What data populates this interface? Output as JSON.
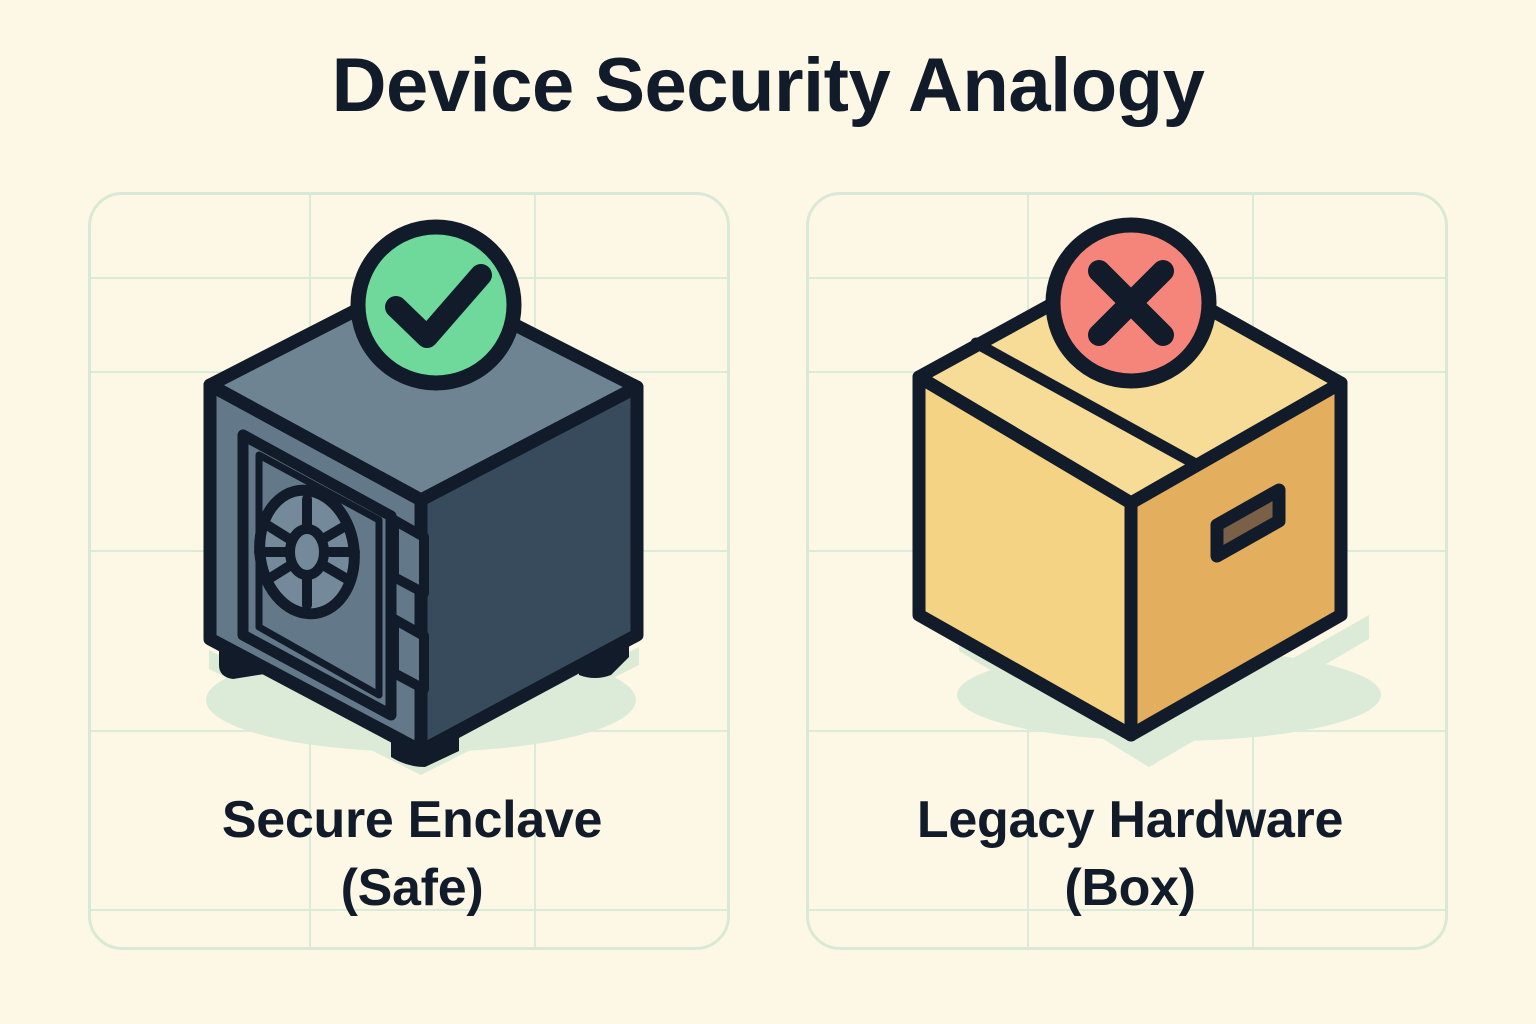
{
  "page": {
    "title": "Device Security Analogy",
    "background_color": "#FDF8E6",
    "text_color": "#111B29",
    "panel_border_color": "#D9E9D5",
    "grid_line_color": "#DCEBD8"
  },
  "panels": [
    {
      "id": "secure-enclave",
      "badge": {
        "icon": "check-circle-icon",
        "symbol": "check",
        "fill_color": "#6FD99C",
        "stroke_color": "#111B29"
      },
      "illustration": {
        "icon": "safe-icon",
        "name": "isometric-safe",
        "top_face_color": "#6E8492",
        "front_face_color": "#63798A",
        "side_face_color": "#384B5C",
        "outline_color": "#111B29",
        "shadow_color": "#DCEBD8",
        "parts": [
          "door",
          "combination-dial",
          "hinge-upper",
          "hinge-lower",
          "feet"
        ]
      },
      "caption_line1": "Secure Enclave",
      "caption_line2": "(Safe)"
    },
    {
      "id": "legacy-hardware",
      "badge": {
        "icon": "x-circle-icon",
        "symbol": "cross",
        "fill_color": "#F5857A",
        "stroke_color": "#111B29"
      },
      "illustration": {
        "icon": "cardboard-box-icon",
        "name": "isometric-cardboard-box",
        "top_face_color": "#F7DC97",
        "front_face_color": "#F5D384",
        "side_face_color": "#E3AE5E",
        "outline_color": "#111B29",
        "handle_color": "#7A6046",
        "shadow_color": "#DCEBD8",
        "parts": [
          "top-flaps",
          "flap-seam",
          "handle-slot"
        ]
      },
      "caption_line1": "Legacy Hardware",
      "caption_line2": "(Box)"
    }
  ]
}
